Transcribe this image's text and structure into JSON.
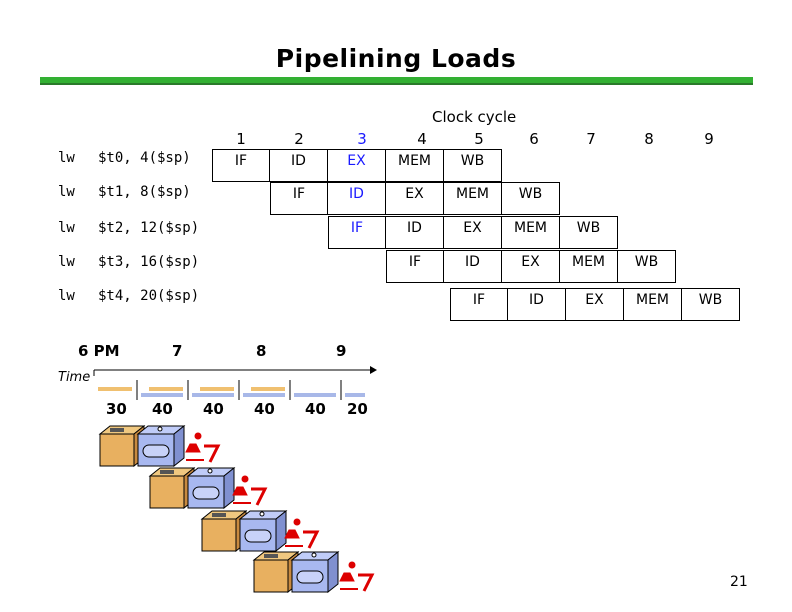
{
  "title": "Pipelining Loads",
  "clock_label": "Clock cycle",
  "cycles": [
    "1",
    "2",
    "3",
    "4",
    "5",
    "6",
    "7",
    "8",
    "9"
  ],
  "instructions": [
    {
      "op": "lw",
      "args": "$t0, 4($sp)",
      "stages": [
        "IF",
        "ID",
        "EX",
        "MEM",
        "WB"
      ]
    },
    {
      "op": "lw",
      "args": "$t1, 8($sp)",
      "stages": [
        "IF",
        "ID",
        "EX",
        "MEM",
        "WB"
      ]
    },
    {
      "op": "lw",
      "args": "$t2, 12($sp)",
      "stages": [
        "IF",
        "ID",
        "EX",
        "MEM",
        "WB"
      ]
    },
    {
      "op": "lw",
      "args": "$t3, 16($sp)",
      "stages": [
        "IF",
        "ID",
        "EX",
        "MEM",
        "WB"
      ]
    },
    {
      "op": "lw",
      "args": "$t4, 20($sp)",
      "stages": [
        "IF",
        "ID",
        "EX",
        "MEM",
        "WB"
      ]
    }
  ],
  "highlight_color": "#1a1aff",
  "timeline": {
    "hours": [
      "6 PM",
      "7",
      "8",
      "9"
    ],
    "time_label": "Time",
    "durations": [
      "30",
      "40",
      "40",
      "40",
      "40",
      "20"
    ]
  },
  "page_number": "21"
}
